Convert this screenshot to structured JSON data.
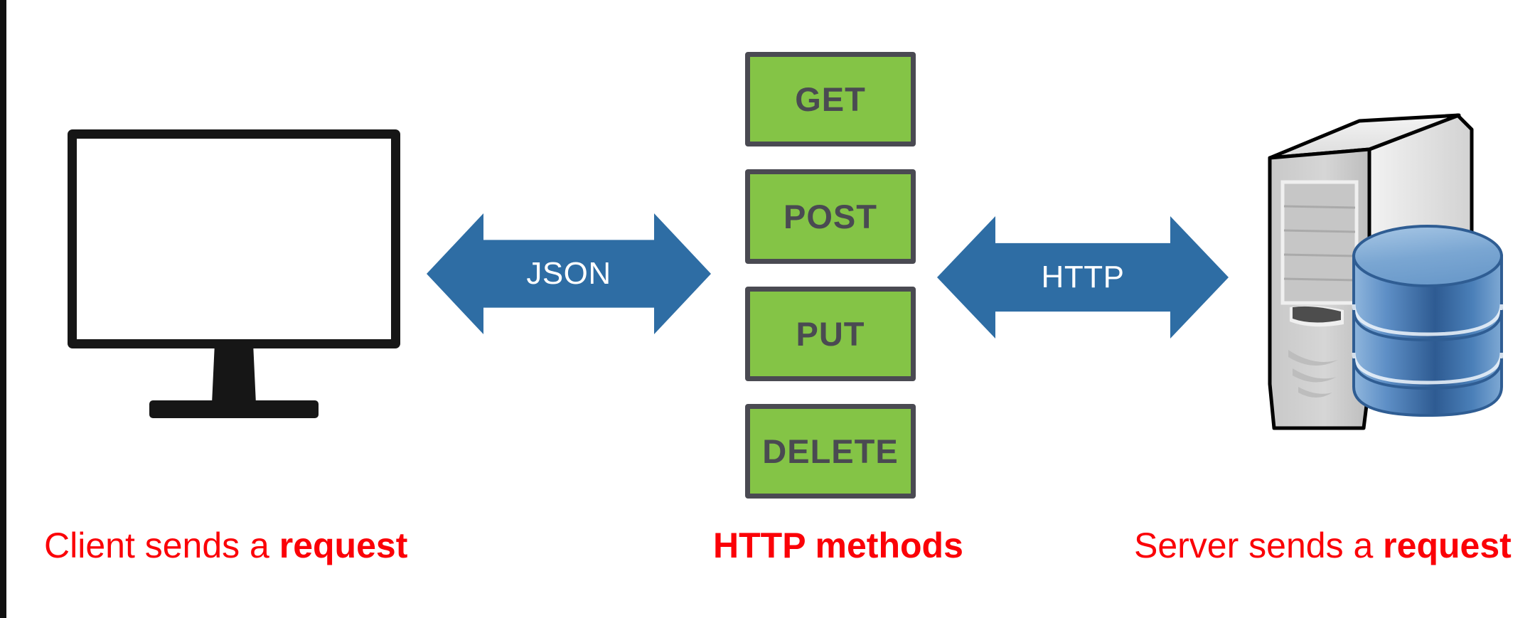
{
  "diagram": {
    "title": "REST API client-server HTTP methods diagram",
    "background": "#ffffff"
  },
  "colors": {
    "arrow_blue": "#2E6DA4",
    "method_green": "#84c446",
    "method_border": "#4a4a52",
    "caption_red": "#fb0007",
    "monitor_black": "#161616",
    "server_gray": "#d0d0d0",
    "database_blue": "#5b8fc9"
  },
  "client": {
    "icon": "desktop-monitor-icon",
    "caption_prefix": "Client sends a ",
    "caption_emphasis": "request"
  },
  "json_arrow": {
    "icon": "double-headed-arrow-icon",
    "label": "JSON"
  },
  "methods": {
    "caption": "HTTP methods",
    "items": [
      {
        "label": "GET"
      },
      {
        "label": "POST"
      },
      {
        "label": "PUT"
      },
      {
        "label": "DELETE"
      }
    ]
  },
  "http_arrow": {
    "icon": "double-headed-arrow-icon",
    "label": "HTTP"
  },
  "server": {
    "icon": "server-tower-database-icon",
    "caption_prefix": "Server sends a ",
    "caption_emphasis": "request"
  }
}
